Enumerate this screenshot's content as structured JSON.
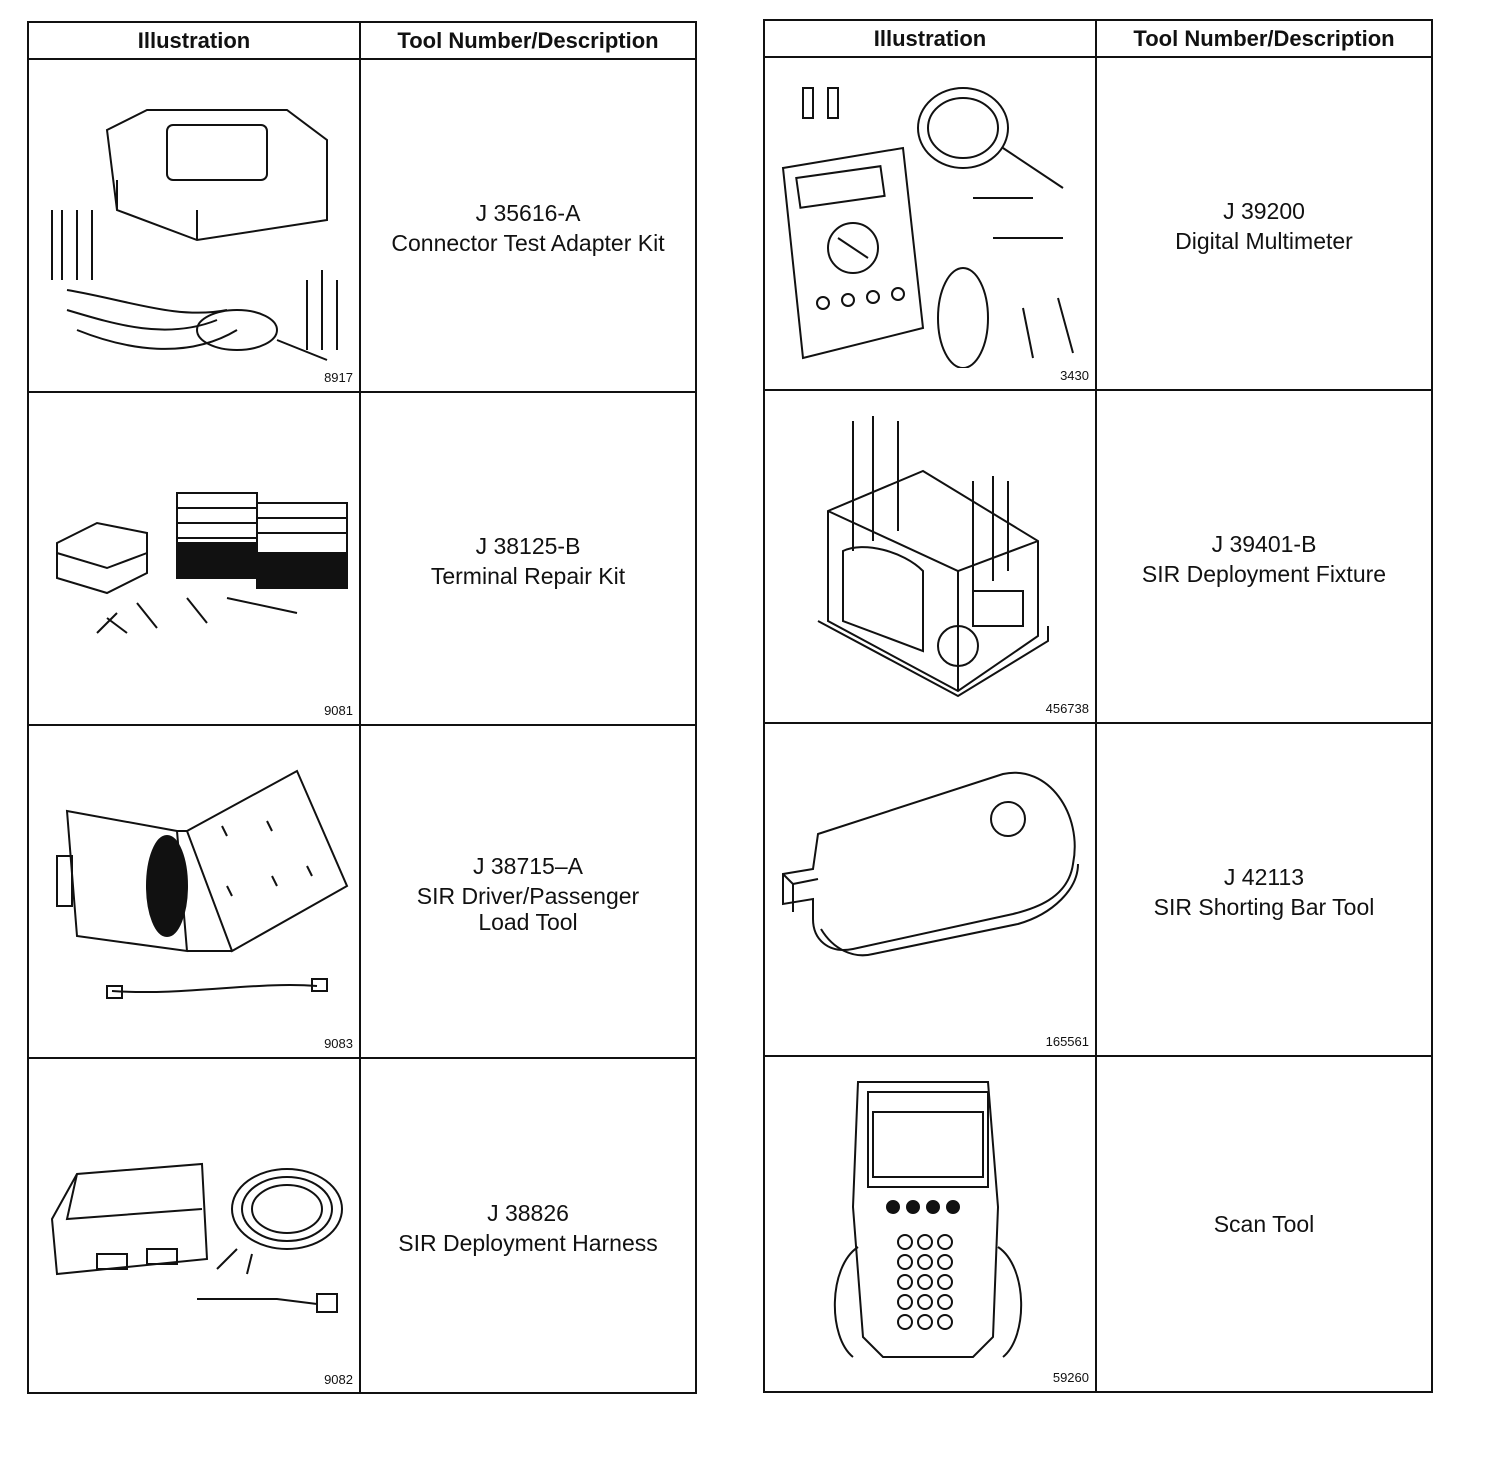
{
  "headers": {
    "illustration": "Illustration",
    "tool": "Tool Number/Description"
  },
  "left_rows": [
    {
      "tool_number": "J 35616-A",
      "description": "Connector Test Adapter Kit",
      "figure": "8917",
      "icon": "connector-test-adapter-kit-icon"
    },
    {
      "tool_number": "J 38125-B",
      "description": "Terminal Repair Kit",
      "figure": "9081",
      "icon": "terminal-repair-kit-icon"
    },
    {
      "tool_number": "J 38715–A",
      "description": "SIR Driver/Passenger\nLoad Tool",
      "figure": "9083",
      "icon": "load-tool-icon"
    },
    {
      "tool_number": "J 38826",
      "description": "SIR Deployment Harness",
      "figure": "9082",
      "icon": "deployment-harness-icon"
    }
  ],
  "right_rows": [
    {
      "tool_number": "J 39200",
      "description": "Digital Multimeter",
      "figure": "3430",
      "icon": "digital-multimeter-icon"
    },
    {
      "tool_number": "J 39401-B",
      "description": "SIR Deployment Fixture",
      "figure": "456738",
      "icon": "deployment-fixture-icon"
    },
    {
      "tool_number": "J 42113",
      "description": "SIR Shorting Bar Tool",
      "figure": "165561",
      "icon": "shorting-bar-tool-icon"
    },
    {
      "tool_number": "",
      "description": "Scan Tool",
      "figure": "59260",
      "icon": "scan-tool-icon"
    }
  ]
}
